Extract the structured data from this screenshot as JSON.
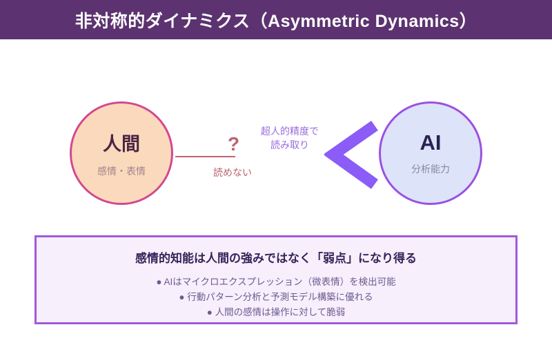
{
  "header": {
    "title": "非対称的ダイナミクス（Asymmetric Dynamics）",
    "bg": "#5C3370"
  },
  "human_circle": {
    "label": "人間",
    "sublabel": "感情・表情",
    "fill": "#FBD9BC",
    "border": "#D14990"
  },
  "ai_circle": {
    "label": "AI",
    "sublabel": "分析能力",
    "fill": "#DDE3F8",
    "border": "#9B51E0"
  },
  "human_to_ai": {
    "question_mark": "?",
    "caption": "読めない",
    "color": "#BC6470"
  },
  "ai_to_human": {
    "caption_line1": "超人的精度で",
    "caption_line2": "読み取り",
    "color": "#9A6CDC",
    "arrow_color": "#8B5CF6"
  },
  "summary_box": {
    "title": "感情的知能は人間の強みではなく「弱点」になり得る",
    "bullets": [
      "● AIはマイクロエクスプレッション（微表情）を検出可能",
      "● 行動パターン分析と予測モデル構築に優れる",
      "● 人間の感情は操作に対して脆弱"
    ],
    "bg": "#F7EFFC",
    "border": "#A259DB"
  }
}
